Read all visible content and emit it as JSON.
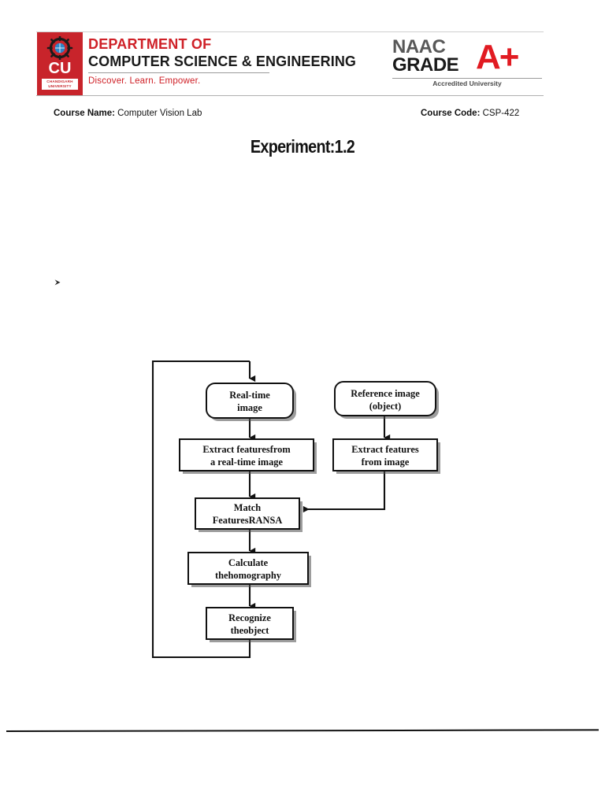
{
  "header": {
    "logo": {
      "badge_letters": "CU",
      "badge_subname": "CHANDIGARH UNIVERSITY",
      "emblem_icon": "gear-globe-icon"
    },
    "department_line1": "DEPARTMENT OF",
    "department_line2": "COMPUTER SCIENCE & ENGINEERING",
    "tagline": "Discover. Learn. Empower.",
    "naac": {
      "line1": "NAAC",
      "line2": "GRADE",
      "grade": "A+",
      "accreditation": "Accredited University"
    },
    "colors": {
      "brand_red": "#c8242b",
      "dept_red": "#cf2027",
      "naac_gray": "#585858",
      "naac_red": "#e11b22"
    }
  },
  "course": {
    "name_label": "Course Name:",
    "name_value": "Computer Vision Lab",
    "code_label": "Course Code:",
    "code_value": "CSP-422"
  },
  "title": "Experiment:1.2",
  "bullet": {
    "marker_icon": "arrow-bullet-icon"
  },
  "flowchart": {
    "nodes": [
      {
        "id": "real-time-image",
        "line1": "Real-time",
        "line2": "image"
      },
      {
        "id": "reference-image",
        "line1": "Reference image",
        "line2": "(object)"
      },
      {
        "id": "extract-realtime",
        "line1": "Extract featuresfrom",
        "line2": "a real-time image"
      },
      {
        "id": "extract-reference",
        "line1": "Extract features",
        "line2": "from image"
      },
      {
        "id": "match-features",
        "line1": "Match",
        "line2": "FeaturesRANSA"
      },
      {
        "id": "calculate-homography",
        "line1": "Calculate",
        "line2": "thehomography"
      },
      {
        "id": "recognize-object",
        "line1": "Recognize",
        "line2": "theobject"
      }
    ]
  },
  "footer": {
    "divider": "horizontal-rule"
  }
}
